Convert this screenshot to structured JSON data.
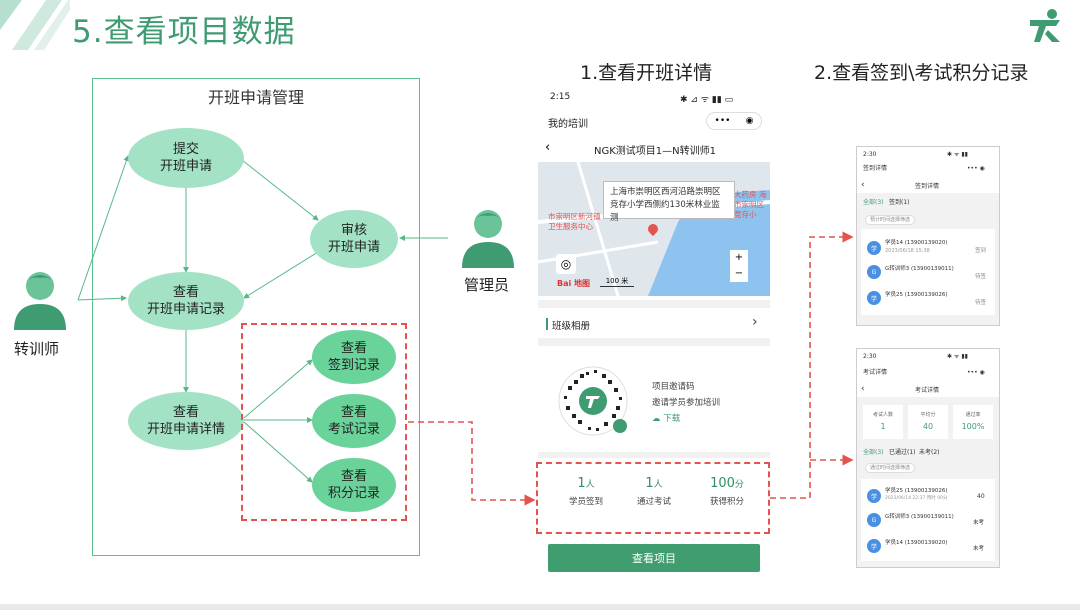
{
  "page": {
    "title": "5.查看项目数据"
  },
  "flow": {
    "box_title": "开班申请管理",
    "nodes": {
      "submit": [
        "提交",
        "开班申请"
      ],
      "review": [
        "审核",
        "开班申请"
      ],
      "view_record": [
        "查看",
        "开班申请记录"
      ],
      "view_detail": [
        "查看",
        "开班申请详情"
      ],
      "sign": [
        "查看",
        "签到记录"
      ],
      "exam": [
        "查看",
        "考试记录"
      ],
      "points": [
        "查看",
        "积分记录"
      ]
    },
    "actors": {
      "trainer": "转训师",
      "admin": "管理员"
    }
  },
  "section1": {
    "title": "1.查看开班详情"
  },
  "section2": {
    "title": "2.查看签到\\考试积分记录"
  },
  "phone": {
    "status_time": "2:15",
    "nav_title": "我的培训",
    "page_title": "NGK测试项目1—N转训师1",
    "map_popup": "上海市崇明区西河沿路崇明区竞存小学西侧约130米林业监测",
    "map_label_left": "市崇明区新河镇卫生服务中心",
    "map_label_right": "大药房 海市崇明区竞存小",
    "map_scale": "100 米",
    "map_brand": "Bai 地图",
    "album_label": "班级相册",
    "invite_code": "项目邀请码",
    "invite_text": "邀请学员参加培训",
    "download": "下载",
    "stats": [
      {
        "num": "1",
        "unit": "人",
        "label": "学员签到"
      },
      {
        "num": "1",
        "unit": "人",
        "label": "通过考试"
      },
      {
        "num": "100",
        "unit": "分",
        "label": "获得积分"
      }
    ],
    "view_button": "查看项目"
  },
  "sign_phone": {
    "status_time": "2:30",
    "nav_title": "签到详情",
    "page_title": "签到详情",
    "tabs": [
      "全部(3)",
      "签到(1)"
    ],
    "filter": "预计时间选择筛选",
    "rows": [
      {
        "avatar": "学",
        "name": "学员14 (13900139020)",
        "sub": "2023/06/18 15:38",
        "status": "签到"
      },
      {
        "avatar": "G",
        "name": "G转训师3 (13900139011)",
        "sub": "",
        "status": "待签"
      },
      {
        "avatar": "学",
        "name": "学员25 (13900139026)",
        "sub": "",
        "status": "待签"
      }
    ]
  },
  "exam_phone": {
    "status_time": "2:30",
    "nav_title": "考试详情",
    "page_title": "考试详情",
    "cards": [
      {
        "label": "考试人数",
        "value": "1"
      },
      {
        "label": "平均分",
        "value": "40"
      },
      {
        "label": "通过率",
        "value": "100%"
      }
    ],
    "tabs": [
      "全部(3)",
      "已通过(1)",
      "未考(2)"
    ],
    "filter": "通过时间选择筛选",
    "rows": [
      {
        "avatar": "学",
        "name": "学员25 (13900139026)",
        "sub": "2023/06/14 22:37  用时 00分",
        "status": "40"
      },
      {
        "avatar": "G",
        "name": "G转训师3 (13900139011)",
        "sub": "",
        "status": "未考"
      },
      {
        "avatar": "学",
        "name": "学员14 (13900139020)",
        "sub": "",
        "status": "未考"
      }
    ]
  },
  "colors": {
    "accent": "#3f9b72",
    "node_light": "#a3e2c5",
    "node_dark": "#6ad39a",
    "dash": "#e4534d"
  }
}
